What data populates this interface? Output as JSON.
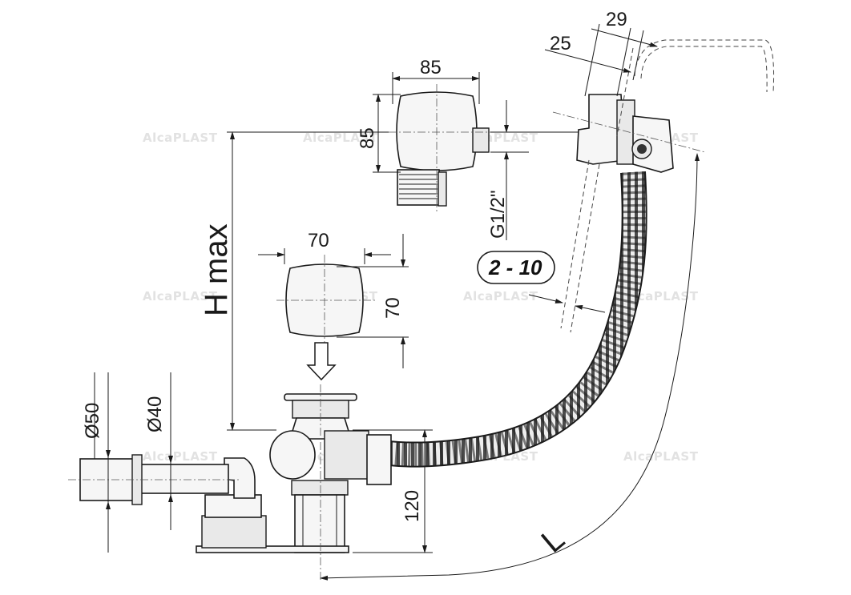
{
  "brand": {
    "watermark": "AlcaPLAST"
  },
  "dimensions": {
    "overflow_width_a": "25",
    "overflow_width_b": "29",
    "overflow_head_width": "85",
    "overflow_head_height": "85",
    "thread": "G1/2\"",
    "wall_thickness": "2 - 10",
    "plug_width": "70",
    "plug_height": "70",
    "max_height": "H max",
    "outlet_diameter_50": "Ø50",
    "outlet_diameter_40": "Ø40",
    "trap_height": "120",
    "hose_length": "L"
  }
}
